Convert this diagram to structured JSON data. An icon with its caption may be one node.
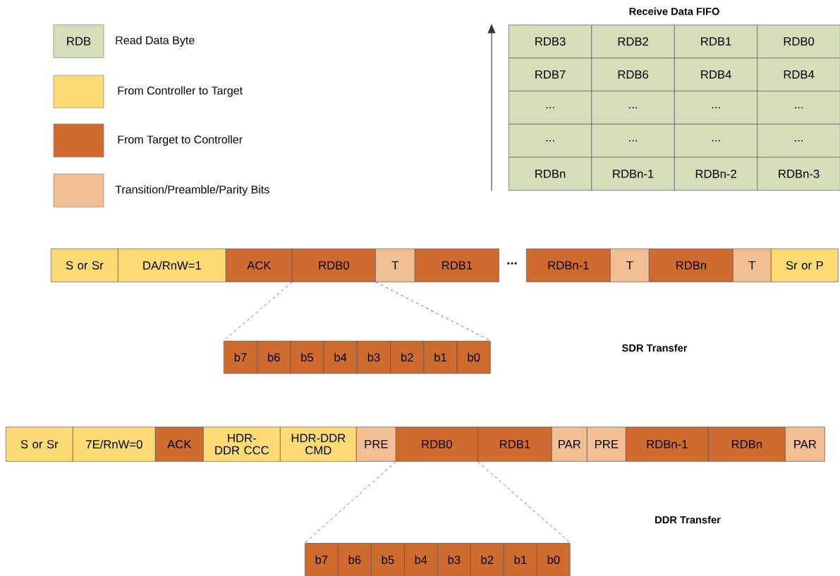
{
  "diagram": {
    "nodes": [
      {
        "text": [
          "S or Sr"
        ]
      },
      {
        "text": [
          "DA/RnW=1"
        ]
      },
      {
        "text": [
          "ACK"
        ]
      },
      {
        "text": [
          "RDB0"
        ]
      },
      {
        "text": [
          "T"
        ]
      },
      {
        "text": [
          "RDB1"
        ]
      },
      {
        "text": [
          "RDBn-1"
        ]
      },
      {
        "text": [
          "T"
        ]
      },
      {
        "text": [
          "RDBn"
        ]
      },
      {
        "text": [
          "T"
        ]
      },
      {
        "text": [
          "Sr or P"
        ]
      },
      {
        "text": [
          "b7"
        ]
      },
      {
        "text": [
          "b6"
        ]
      },
      {
        "text": [
          "b5"
        ]
      },
      {
        "text": [
          "b4"
        ]
      },
      {
        "text": [
          "b3"
        ]
      },
      {
        "text": [
          "b2"
        ]
      },
      {
        "text": [
          "b1"
        ]
      },
      {
        "text": [
          "b0"
        ]
      },
      {
        "text": [
          "S or Sr"
        ]
      },
      {
        "text": [
          "7E/RnW=0"
        ]
      },
      {
        "text": [
          "ACK"
        ]
      },
      {
        "text": [
          "HDR-DDR CCC"
        ]
      },
      {
        "text": [
          "HDR-DDR CMD"
        ]
      },
      {
        "text": [
          "PRE"
        ]
      },
      {
        "text": [
          "RDB0"
        ]
      },
      {
        "text": [
          "RDB1"
        ]
      },
      {
        "text": [
          "PAR"
        ]
      },
      {
        "text": [
          "PRE"
        ]
      },
      {
        "text": [
          "RDBn-1"
        ]
      },
      {
        "text": [
          "RDBn"
        ]
      },
      {
        "text": [
          "PAR"
        ]
      },
      {
        "text": [
          "b7"
        ]
      },
      {
        "text": [
          "b6"
        ]
      },
      {
        "text": [
          "b5"
        ]
      },
      {
        "text": [
          "b4"
        ]
      },
      {
        "text": [
          "b3"
        ]
      },
      {
        "text": [
          "b2"
        ]
      },
      {
        "text": [
          "b1"
        ]
      },
      {
        "text": [
          "b0"
        ]
      }
    ],
    "edges": [
      {
        "from": 3,
        "to": 11,
        "arrow": "none",
        "style": "dashed"
      },
      {
        "from": 3,
        "to": 18,
        "arrow": "none",
        "style": "dashed"
      },
      {
        "from": 25,
        "to": 32,
        "arrow": "none",
        "style": "dashed"
      },
      {
        "from": 25,
        "to": 39,
        "arrow": "none",
        "style": "dashed"
      }
    ],
    "labels": [
      "RDB",
      "Receive Data FIFO",
      "RDB3",
      "RDB2",
      "RDB1",
      "RDB0",
      "RDB7",
      "RDB6",
      "RDB4",
      "RDB4",
      "...",
      "...",
      "...",
      "...",
      "...",
      "...",
      "...",
      "...",
      "RDBn",
      "RDBn-1",
      "RDBn-2",
      "RDBn-3",
      "...",
      "SDR Transfer",
      "DDR Transfer"
    ],
    "legend": [
      {
        "text": "Read Data Byte",
        "color": "#d3dfb8"
      },
      {
        "text": "From Controller to Target",
        "color": "#fcdb74"
      },
      {
        "text": "From Target to Controller",
        "color": "#d06b30"
      },
      {
        "text": "Transition/Preamble/Parity Bits",
        "color": "#f2bf94"
      }
    ]
  }
}
